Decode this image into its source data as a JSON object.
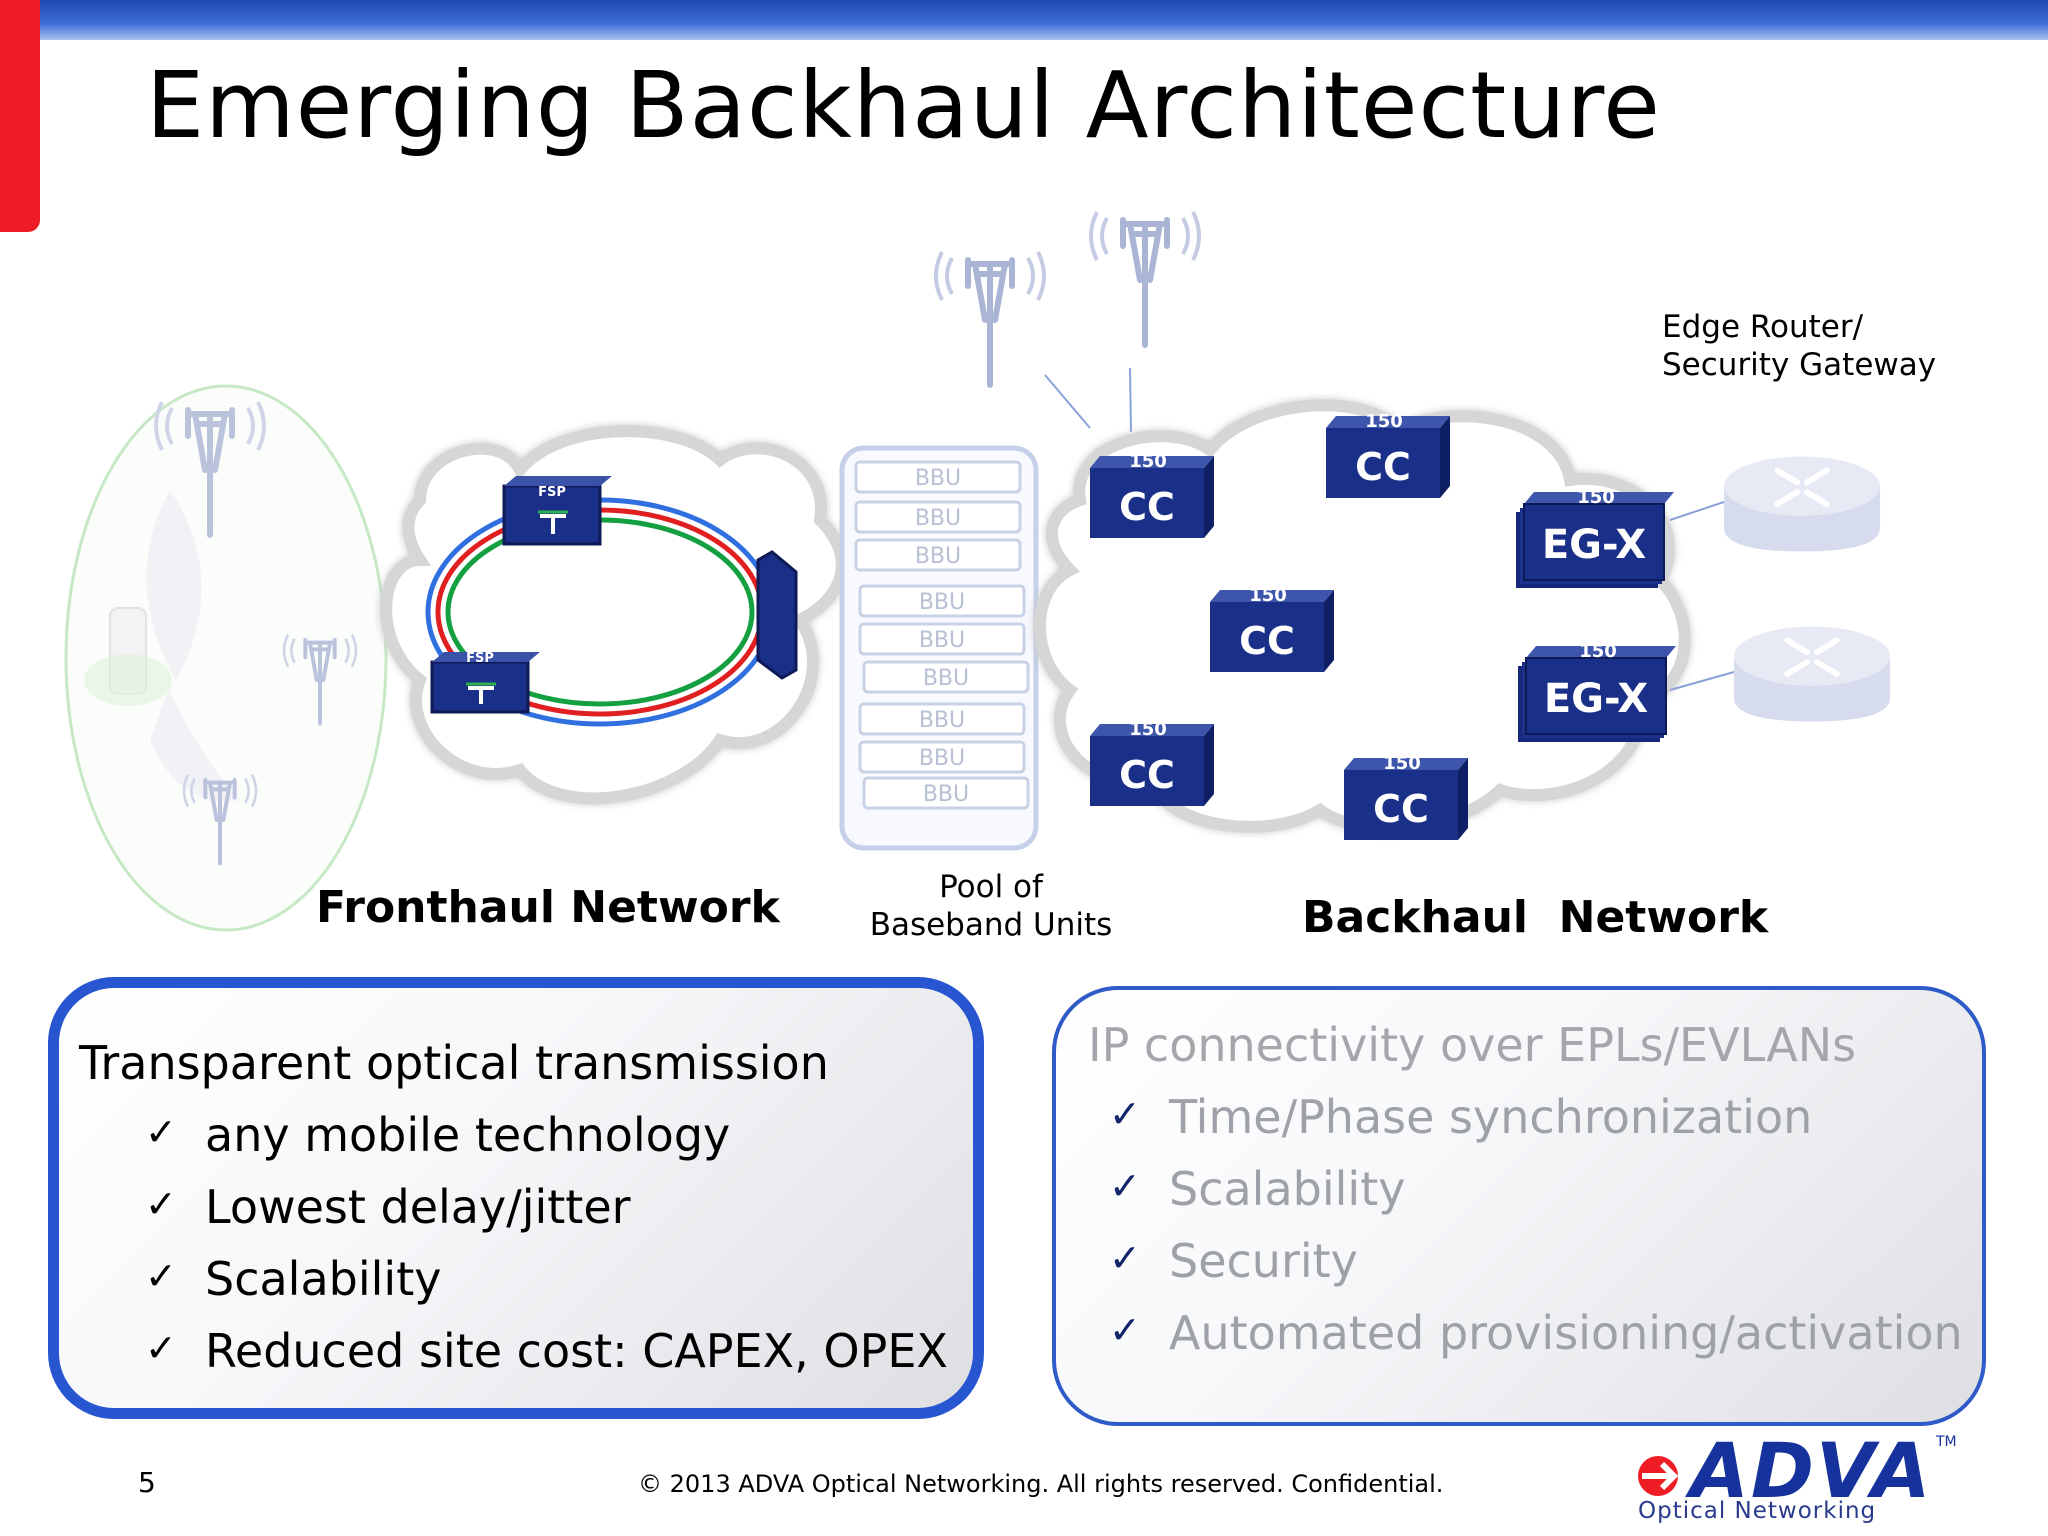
{
  "slide": {
    "title": "Emerging Backhaul Architecture",
    "page_number": "5",
    "copyright": "© 2013 ADVA Optical Networking. All rights reserved. Confidential.",
    "logo": {
      "word": "ADVA",
      "sub": "Optical Networking",
      "tm": "TM"
    }
  },
  "diagram": {
    "fronthaul_label": "Fronthaul Network",
    "pool_label_line1": "Pool of",
    "pool_label_line2": "Baseband Units",
    "backhaul_label": "Backhaul  Network",
    "edge_label_line1": "Edge Router/",
    "edge_label_line2": "Security Gateway",
    "bbu_units": [
      "BBU",
      "BBU",
      "BBU",
      "BBU",
      "BBU",
      "BBU",
      "BBU",
      "BBU",
      "BBU"
    ],
    "fsp_label": "FSP",
    "cc_top": "150",
    "cc_label": "CC",
    "egx_top": "150",
    "egx_label": "EG-X",
    "colors": {
      "device": "#1a2f88",
      "ring_blue": "#2f6fe0",
      "ring_red": "#e02020",
      "ring_green": "#14a040"
    }
  },
  "left_box": {
    "title": "Transparent optical transmission",
    "check": "✓",
    "items": [
      "any mobile technology",
      "Lowest delay/jitter",
      "Scalability",
      "Reduced site cost: CAPEX, OPEX"
    ]
  },
  "right_box": {
    "title": "IP connectivity over EPLs/EVLANs",
    "check": "✓",
    "items": [
      "Time/Phase synchronization",
      "Scalability",
      "Security",
      "Automated provisioning/activation"
    ]
  }
}
